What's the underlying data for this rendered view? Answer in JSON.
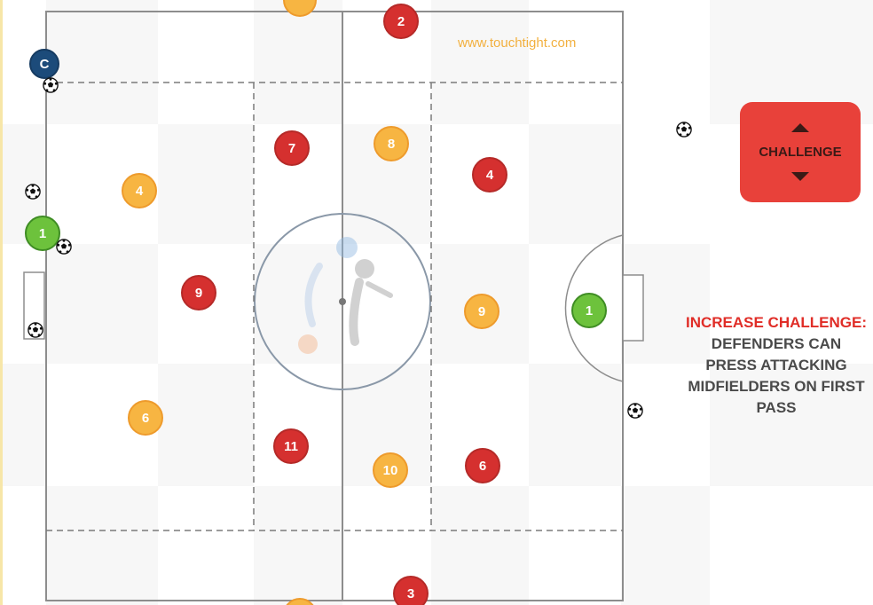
{
  "website": "www.touchtight.com",
  "challenge_button": {
    "label": "CHALLENGE"
  },
  "description": {
    "title": "INCREASE CHALLENGE:",
    "lines": [
      "DEFENDERS CAN",
      "PRESS ATTACKING",
      "MIDFIELDERS ON FIRST",
      "PASS"
    ]
  },
  "players": {
    "coach": "C",
    "red_top": "2",
    "red_7": "7",
    "red_4": "4",
    "red_9": "9",
    "red_11": "11",
    "red_6": "6",
    "red_bottom": "3",
    "orange_8": "8",
    "orange_4": "4",
    "orange_9": "9",
    "orange_6": "6",
    "orange_10": "10",
    "green_left_keeper": "1",
    "green_right_keeper": "1"
  },
  "colors": {
    "red_team": "#d5302f",
    "orange_team": "#f7b542",
    "green_keeper": "#6dc23c",
    "coach": "#1c4b7a",
    "challenge_button": "#e8413a",
    "pitch_line": "#8d8d8d"
  }
}
